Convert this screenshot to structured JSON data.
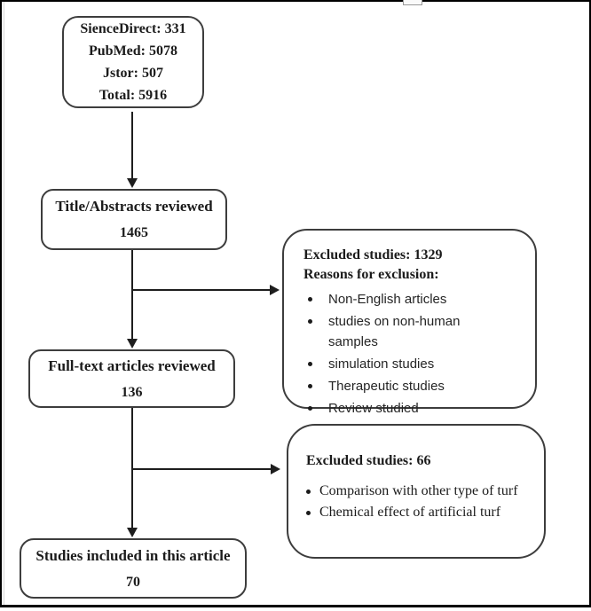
{
  "flow": {
    "sources": {
      "lines": [
        "SienceDirect: 331",
        "PubMed: 5078",
        "Jstor: 507",
        "Total: 5916"
      ]
    },
    "title_review": {
      "label": "Title/Abstracts reviewed",
      "count": "1465"
    },
    "fulltext": {
      "label": "Full-text articles reviewed",
      "count": "136"
    },
    "included": {
      "label": "Studies included in this article",
      "count": "70"
    },
    "excluded1": {
      "title": "Excluded studies: 1329",
      "subtitle": "Reasons for exclusion:",
      "bullets": [
        "Non-English articles",
        "studies on non-human samples",
        "simulation studies",
        "Therapeutic studies",
        "Review studied"
      ]
    },
    "excluded2": {
      "title": "Excluded studies: 66",
      "bullets": [
        "Comparison with other type of turf",
        "Chemical effect of artificial turf"
      ]
    },
    "colors": {
      "box_border": "#3d3d3d",
      "text": "#1b1b1b",
      "arrow": "#1e1e1e",
      "frame": "#000000",
      "background": "#ffffff"
    }
  }
}
